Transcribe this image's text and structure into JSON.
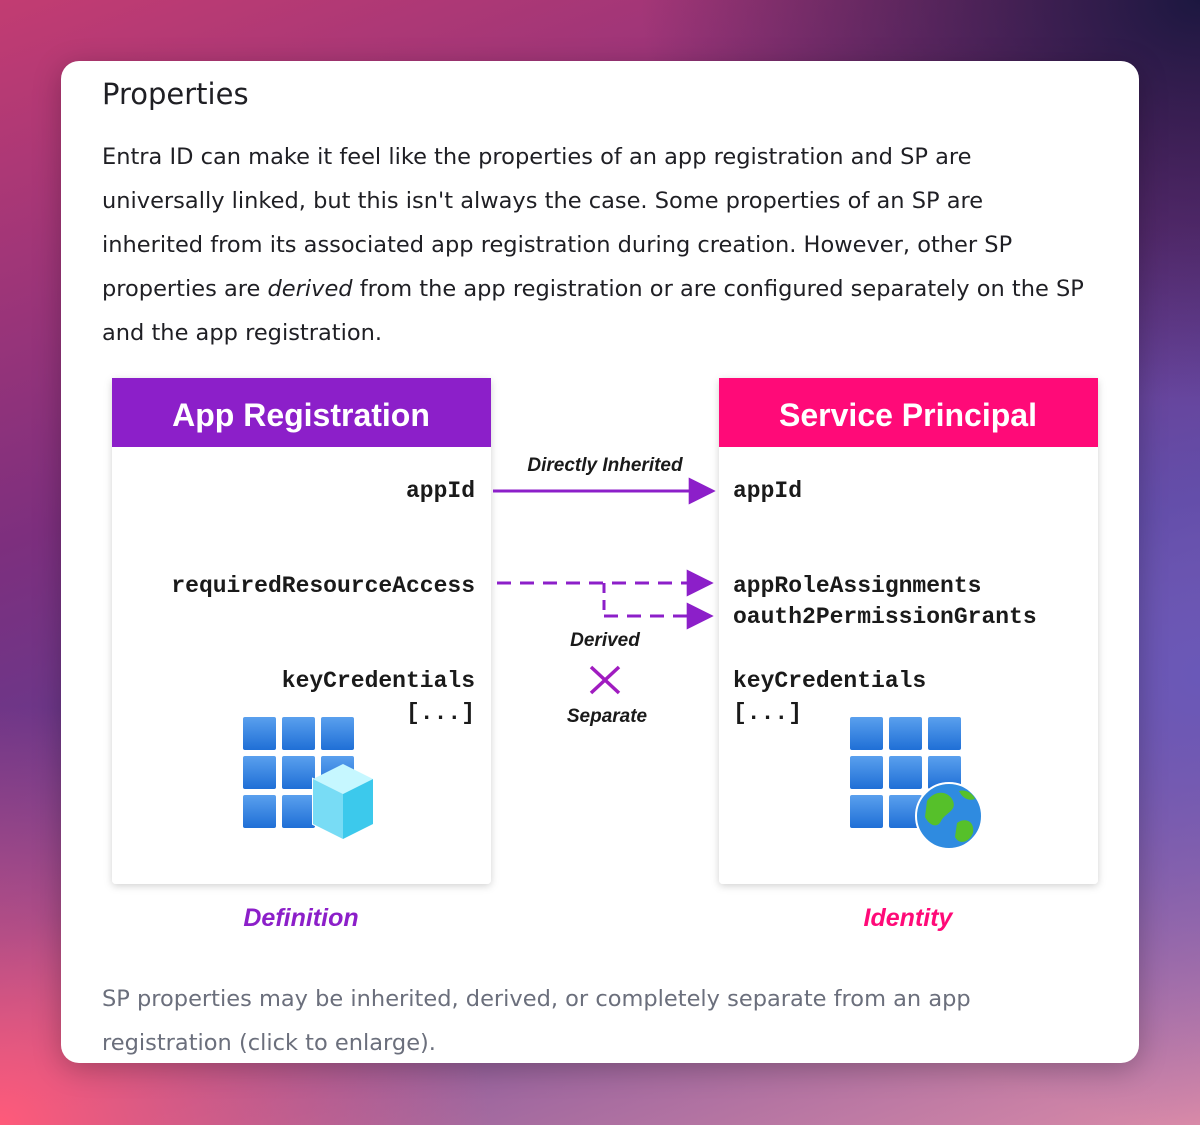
{
  "section": {
    "title": "Properties",
    "paragraph": {
      "line1": "Entra ID can make it feel like the properties of an app registration and SP are",
      "line2": "universally linked, but this isn't always the case. Some properties of an SP are",
      "line3": "inherited from its associated app registration during creation. However, other SP",
      "line4_pre": "properties are ",
      "line4_em": "derived",
      "line4_post": " from the app registration or are configured separately on the SP",
      "line5": "and the app registration."
    }
  },
  "diagram": {
    "left_box": {
      "title": "App Registration",
      "color": "#8c1fc9",
      "properties": [
        "appId",
        "requiredResourceAccess",
        "keyCredentials",
        "[...]"
      ],
      "footer": "Definition",
      "icon": "app-registration-icon"
    },
    "right_box": {
      "title": "Service Principal",
      "color": "#ff0a78",
      "properties": [
        "appId",
        "appRoleAssignments",
        "oauth2PermissionGrants",
        "keyCredentials",
        "[...]"
      ],
      "footer": "Identity",
      "icon": "enterprise-app-globe-icon"
    },
    "relations": {
      "inherited": "Directly Inherited",
      "derived": "Derived",
      "separate": "Separate"
    }
  },
  "caption": {
    "line1": "SP properties may be inherited, derived, or completely separate from an app",
    "line2": "registration (click to enlarge)."
  }
}
